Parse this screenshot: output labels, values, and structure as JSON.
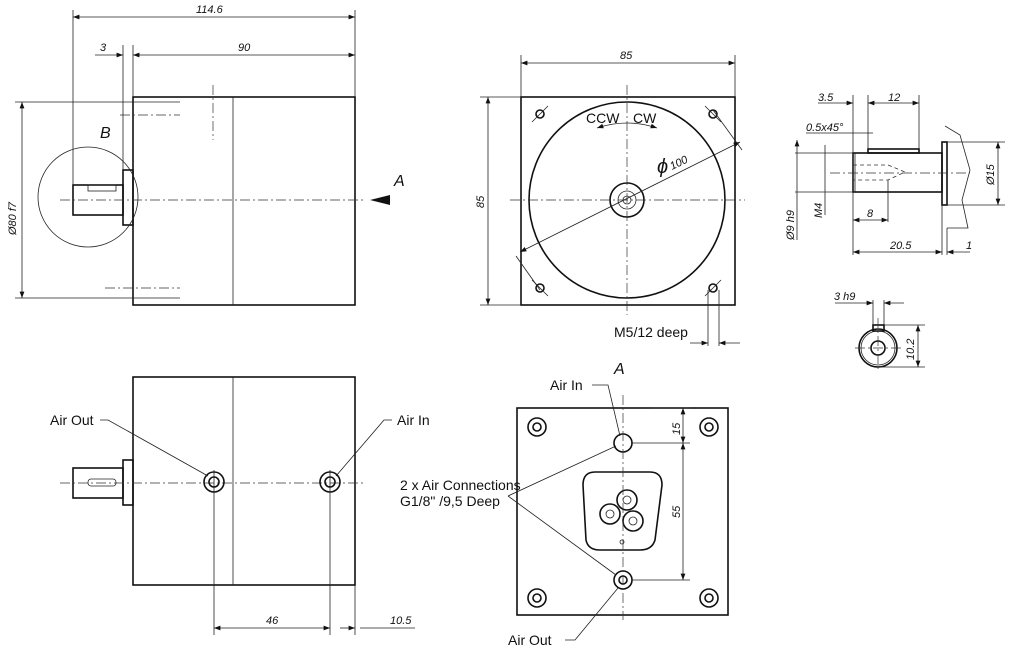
{
  "side_view_top": {
    "dim_overall": "114.6",
    "dim_flange": "3",
    "dim_body": "90",
    "dim_pilot_diameter": "Ø80 f7",
    "detail_label": "B",
    "view_arrow_label": "A"
  },
  "front_view": {
    "dim_width": "85",
    "dim_height": "85",
    "dim_circle": "100",
    "rotation_ccw": "CCW",
    "rotation_cw": "CW",
    "thread_note": "M5/12 deep"
  },
  "shaft_detail": {
    "dim_chamfer_offset": "3.5",
    "dim_key_length": "12",
    "dim_chamfer": "0.5x45°",
    "dim_shaft_diameter": "Ø9 h9",
    "dim_thread": "M4",
    "dim_thread_depth": "8",
    "dim_shaft_length": "20.5",
    "dim_shoulder": "1",
    "dim_collar_diameter": "Ø15",
    "dim_key_width": "3 h9",
    "dim_key_height": "10.2"
  },
  "side_view_bottom": {
    "air_out_label": "Air Out",
    "air_in_label": "Air In",
    "dim_port_spacing": "46",
    "dim_port_offset": "10.5"
  },
  "rear_view": {
    "view_label": "A",
    "air_in_label": "Air In",
    "air_out_label": "Air Out",
    "connections_line1": "2 x Air Connections",
    "connections_line2": "G1/8\" /9,5 Deep",
    "dim_top_offset": "15",
    "dim_port_spacing": "55"
  }
}
